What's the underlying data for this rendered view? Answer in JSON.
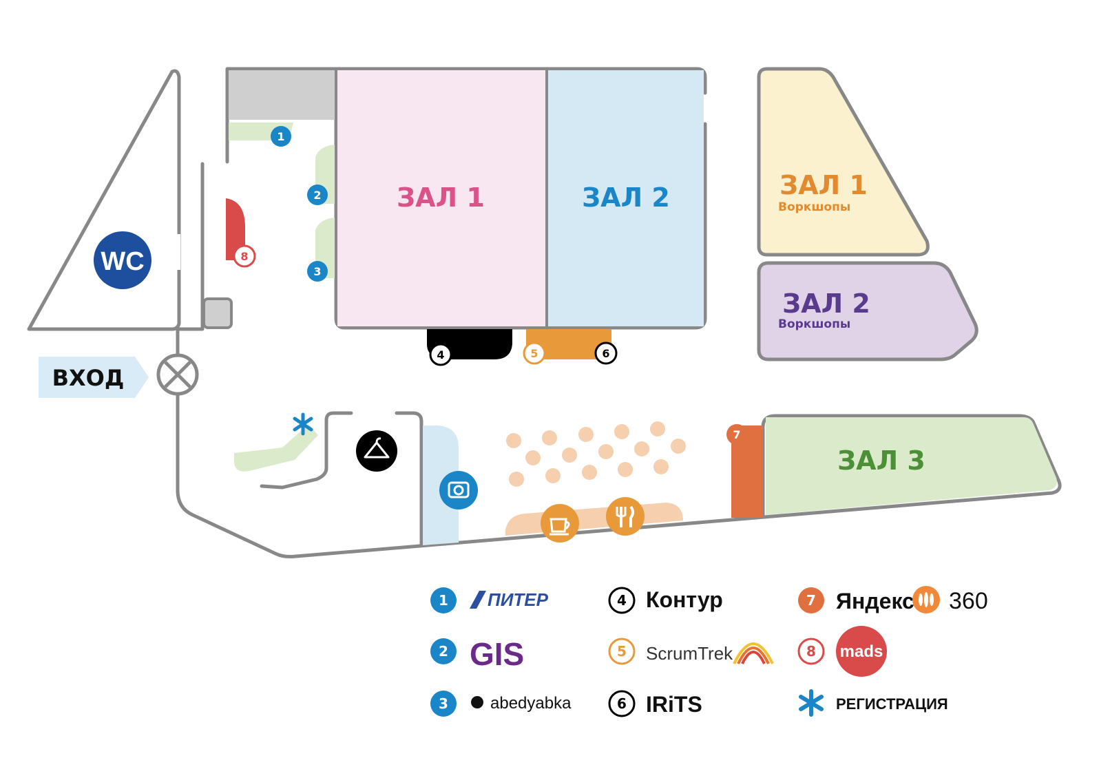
{
  "halls": {
    "hall1": {
      "label": "ЗАЛ 1",
      "color": "#d9528a",
      "fill": "#f8e7f1"
    },
    "hall2": {
      "label": "ЗАЛ 2",
      "color": "#1a86c7",
      "fill": "#d5e9f5"
    },
    "workshop1": {
      "label": "ЗАЛ 1",
      "sublabel": "Воркшопы",
      "color": "#e28a2f",
      "fill": "#fbf1cf"
    },
    "workshop2": {
      "label": "ЗАЛ 2",
      "sublabel": "Воркшопы",
      "color": "#5a3a8c",
      "fill": "#e0d2e7"
    },
    "hall3": {
      "label": "ЗАЛ 3",
      "color": "#4b8f36",
      "fill": "#dceacc"
    }
  },
  "facilities": {
    "wc_label": "WC",
    "entrance_label": "ВХОД"
  },
  "map_markers": [
    "1",
    "2",
    "3",
    "4",
    "5",
    "6",
    "7",
    "8"
  ],
  "legend": {
    "col1": [
      {
        "num": "1",
        "name": "ПИТЕР",
        "color": "#1a86c7"
      },
      {
        "num": "2",
        "name": "GIS",
        "color": "#1a86c7"
      },
      {
        "num": "3",
        "name": "abedyabka",
        "color": "#1a86c7"
      }
    ],
    "col2": [
      {
        "num": "4",
        "name": "Контур",
        "color": "#000000"
      },
      {
        "num": "5",
        "name": "ScrumTrek",
        "color": "#e89a3a"
      },
      {
        "num": "6",
        "name": "IRiTS",
        "color": "#000000"
      }
    ],
    "col3": [
      {
        "num": "7",
        "name": "Яндекс",
        "suffix": "360",
        "color": "#e07040"
      },
      {
        "num": "8",
        "name": "mads",
        "color": "#d94a4a"
      },
      {
        "num": "*",
        "name": "РЕГИСТРАЦИЯ",
        "color": "#1a86c7"
      }
    ]
  },
  "colors": {
    "wall": "#888888",
    "blue": "#1a86c7",
    "navy": "#1e4f9e",
    "orange": "#e89a3a",
    "peach": "#f5cfae",
    "red": "#d94a4a",
    "entrance_fill": "#d8ebf7"
  }
}
